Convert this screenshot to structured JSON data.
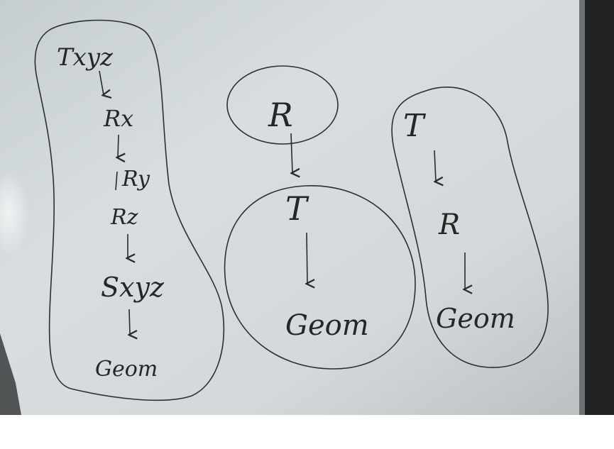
{
  "whiteboard": {
    "colors": {
      "board_light": "#d9dfe0",
      "board_mid": "#c3cacc",
      "board_shadow": "#8e9496",
      "frame": "#1e1e1e",
      "ink": "#2a2a2a"
    },
    "groups": [
      {
        "id": "left",
        "labels": [
          "Txyz",
          "Rx",
          "Ry",
          "Rz",
          "Sxyz",
          "Geom"
        ]
      },
      {
        "id": "middle-top",
        "labels": [
          "R"
        ]
      },
      {
        "id": "middle-bottom",
        "labels": [
          "T",
          "Geom"
        ]
      },
      {
        "id": "right",
        "labels": [
          "T",
          "R",
          "Geom"
        ]
      }
    ]
  }
}
